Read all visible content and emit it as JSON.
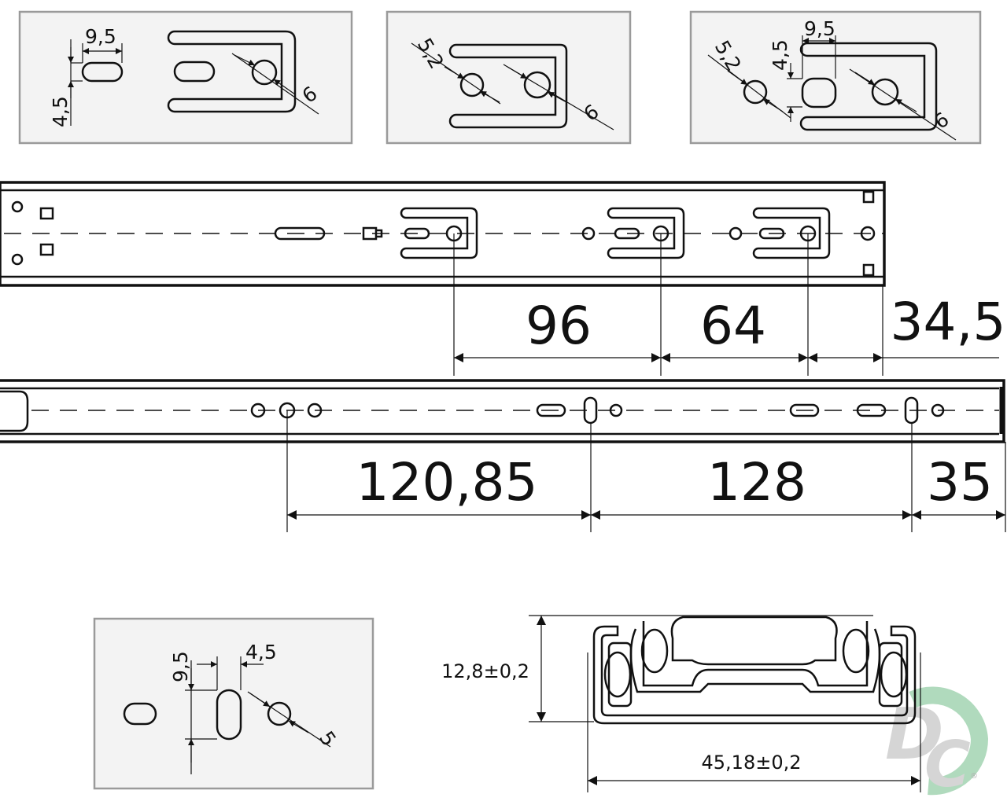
{
  "detail_top_left": {
    "slot_width": "9,5",
    "slot_height": "4,5",
    "hole_diameter": "6"
  },
  "detail_top_middle": {
    "small_hole_diameter": "5,2",
    "hole_diameter": "6"
  },
  "detail_top_right": {
    "slot_width": "9,5",
    "slot_height": "4,5",
    "small_hole_diameter": "5,2",
    "hole_diameter": "6"
  },
  "upper_rail_dimensions": [
    "96",
    "64",
    "34,5"
  ],
  "lower_rail_dimensions": [
    "120,85",
    "128",
    "35"
  ],
  "detail_bottom_left": {
    "slot_height": "9,5",
    "slot_width": "4,5",
    "hole_diameter": "5"
  },
  "cross_section": {
    "height": "12,8±0,2",
    "width": "45,18±0,2"
  },
  "watermark": {
    "logo_text": "DC",
    "registered": "®",
    "colors": {
      "gray": "#c8c8c8",
      "green": "#2e9e4f"
    }
  }
}
